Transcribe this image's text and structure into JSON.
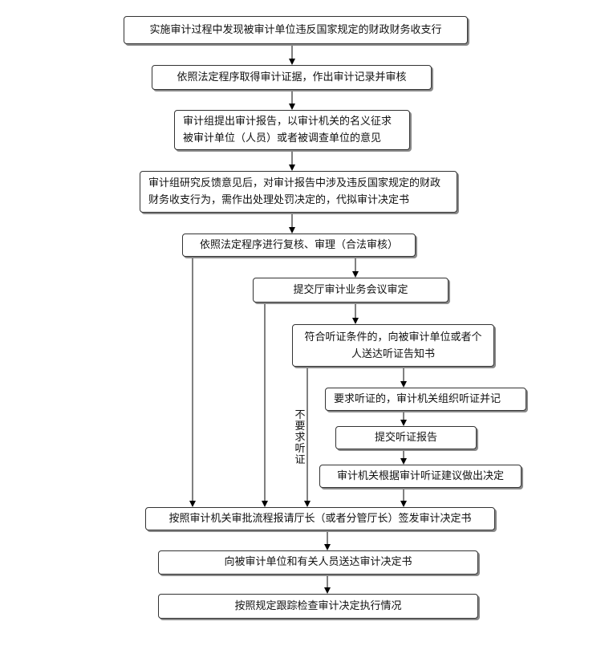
{
  "steps": {
    "s1": "实施审计过程中发现被审计单位违反国家规定的财政财务收支行",
    "s2": "依照法定程序取得审计证据，作出审计记录并审核",
    "s3": "审计组提出审计报告，以审计机关的名义征求被审计单位（人员）或者被调查单位的意见",
    "s4": "审计组研究反馈意见后，对审计报告中涉及违反国家规定的财政财务收支行为，需作出处理处罚决定的，代拟审计决定书",
    "s5": "依照法定程序进行复核、审理（合法审核）",
    "s6": "提交厅审计业务会议审定",
    "s7": "符合听证条件的，向被审计单位或者个人送达听证告知书",
    "s8": "要求听证的，审计机关组织听证并记",
    "s9": "提交听证报告",
    "s10": "审计机关根据审计听证建议做出决定",
    "s11": "按照审计机关审批流程报请厅长（或者分管厅长）签发审计决定书",
    "s12": "向被审计单位和有关人员送达审计决定书",
    "s13": "按照规定跟踪检查审计决定执行情况"
  },
  "edge_label": "不要求听证",
  "colors": {
    "line": "#000000",
    "border": "#333333",
    "shadow": "#8a8a8a"
  }
}
